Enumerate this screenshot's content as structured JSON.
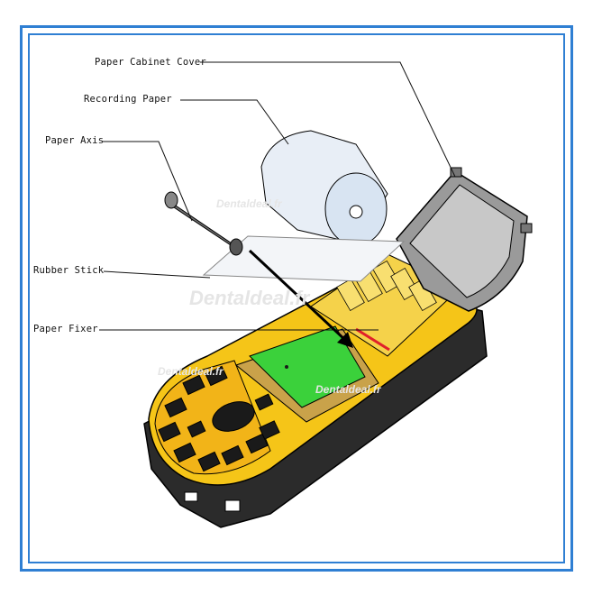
{
  "labels": {
    "paper_cabinet_cover": "Paper Cabinet Cover",
    "recording_paper": "Recording Paper",
    "paper_axis": "Paper Axis",
    "rubber_stick": "Rubber Stick",
    "paper_fixer": "Paper Fixer"
  },
  "colors": {
    "frame": "#2f7fd3",
    "device_body": "#f5c518",
    "screen": "#3bd13b",
    "paper_roll": "#d8e4f2",
    "leader_line": "#111111",
    "accent_red": "#e0202a"
  }
}
